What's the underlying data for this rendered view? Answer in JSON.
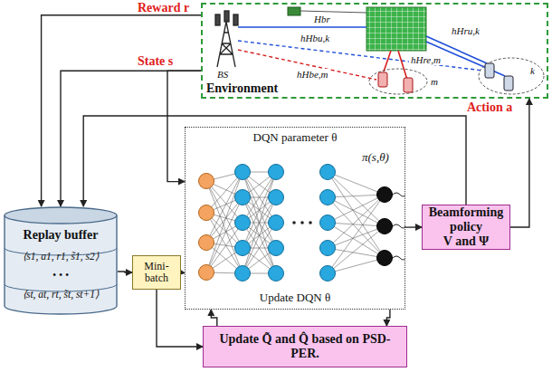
{
  "diagram": {
    "nodes": [
      {
        "text": [
          "Environment"
        ]
      },
      {
        "text": [
          "Replay buffer",
          "⟨s1, a1, r1, s̃1, s2⟩",
          "• • •",
          "⟨st, at, rt, s̃t, st+1⟩"
        ]
      },
      {
        "text": [
          "Mini-batch"
        ]
      },
      {
        "text": [
          "DQN parameter θ",
          "Update DQN θ"
        ]
      },
      {
        "text": [
          "Beamforming policy",
          "V and Ψ"
        ]
      },
      {
        "text": [
          "Update Q̃ and Q̂ based on PSD-PER."
        ]
      }
    ],
    "edges": [
      {
        "from": 0,
        "to": 1,
        "label": "Reward r",
        "arrow": "to"
      },
      {
        "from": 0,
        "to": 1,
        "label": "State s",
        "arrow": "to"
      },
      {
        "from": 0,
        "to": 3,
        "arrow": "to"
      },
      {
        "from": 4,
        "to": 0,
        "label": "Action a",
        "arrow": "to"
      },
      {
        "from": 4,
        "to": 1,
        "arrow": "to"
      },
      {
        "from": 1,
        "to": 2,
        "arrow": "to"
      },
      {
        "from": 2,
        "to": 3,
        "arrow": "to"
      },
      {
        "from": 2,
        "to": 5,
        "arrow": "to"
      },
      {
        "from": 3,
        "to": 4,
        "arrow": "to"
      },
      {
        "from": 3,
        "to": 5,
        "arrow": "to"
      },
      {
        "from": 5,
        "to": 3,
        "arrow": "to"
      }
    ],
    "labels": [
      "BS",
      "Hbr",
      "hHbu,k",
      "hHru,k",
      "hHre,m",
      "hHbe,m",
      "k",
      "m",
      "π(s,θ)"
    ]
  }
}
